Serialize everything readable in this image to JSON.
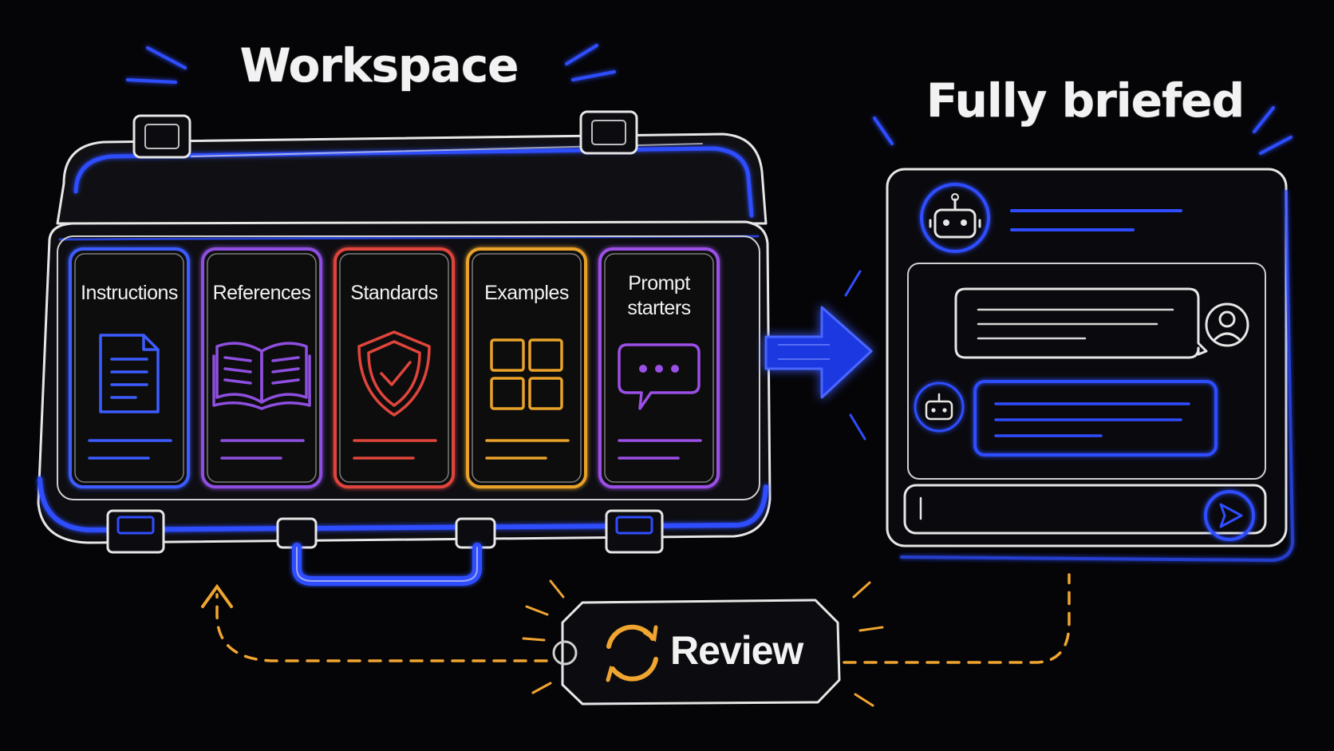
{
  "workspace": {
    "title": "Workspace",
    "slots": [
      {
        "label": "Instructions",
        "icon": "document-icon",
        "color": "#3d5cff"
      },
      {
        "label": "References",
        "icon": "open-book-icon",
        "color": "#8e4fe0"
      },
      {
        "label": "Standards",
        "icon": "shield-check-icon",
        "color": "#e0453c"
      },
      {
        "label": "Examples",
        "icon": "grid-icon",
        "color": "#e8a22a"
      },
      {
        "label": "Prompt\nstarters",
        "icon": "chat-bubble-icon",
        "color": "#9b4fe6"
      }
    ]
  },
  "chat": {
    "title": "Fully briefed",
    "icons": [
      "robot-icon",
      "user-icon",
      "robot-icon",
      "send-icon"
    ]
  },
  "review": {
    "label": "Review",
    "icon": "refresh-icon",
    "color": "#f0a530"
  },
  "colors": {
    "background": "#050508",
    "accent_blue": "#2f4dff",
    "outline": "#e6e6e6",
    "review_orange": "#f0a530"
  }
}
